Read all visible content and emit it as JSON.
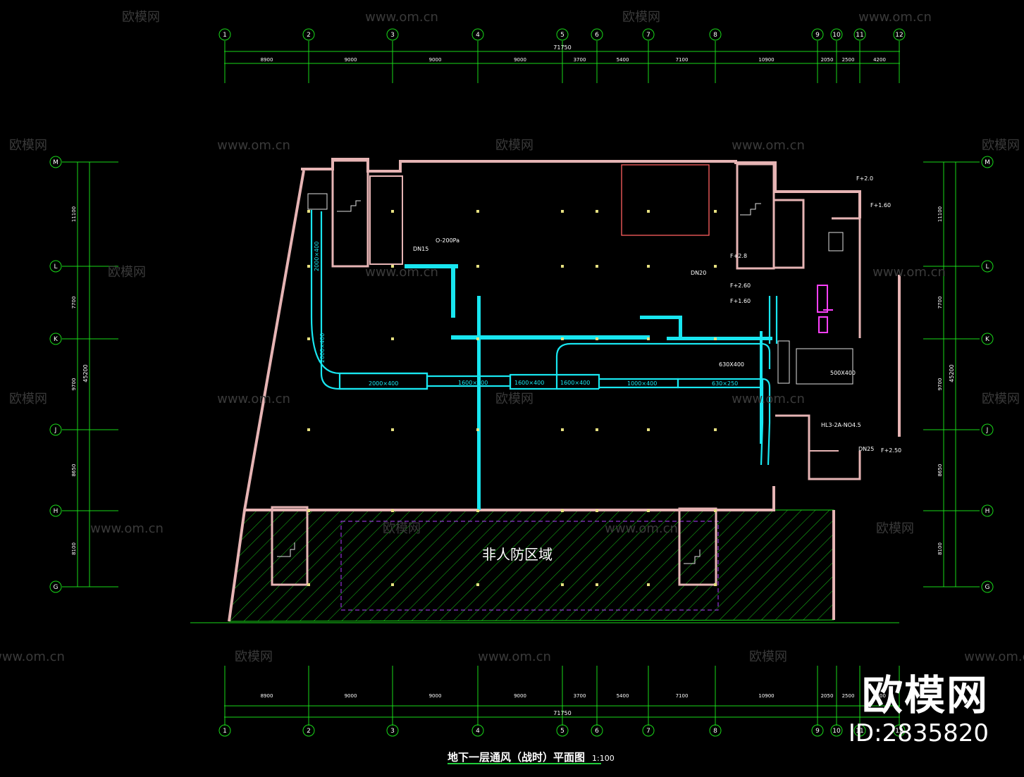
{
  "drawing": {
    "title": "地下一层通风（战时）平面图",
    "scale": "1:100",
    "non_defense_area": "非人防区域"
  },
  "axes": {
    "columns": [
      "1",
      "2",
      "3",
      "4",
      "5",
      "6",
      "7",
      "8",
      "9",
      "10",
      "11",
      "12"
    ],
    "rows": [
      "M",
      "L",
      "K",
      "J",
      "H",
      "G"
    ],
    "column_spacings": [
      "8900",
      "9000",
      "9000",
      "9000",
      "3700",
      "5400",
      "7100",
      "10900",
      "2050",
      "2500",
      "4200"
    ],
    "column_total": "71750",
    "row_spacings": [
      "11100",
      "7700",
      "9700",
      "8650",
      "8100"
    ],
    "row_total": "45200"
  },
  "ducts": {
    "labels": [
      "2000×400",
      "1600×400",
      "1600×400",
      "1600×400",
      "1000×400",
      "630×250",
      "2000×400",
      "2000×400"
    ]
  },
  "annotations": [
    "DN15",
    "O-200Pa",
    "F+2.8",
    "F+2.60",
    "F+1.60",
    "F+2.0",
    "F+1.60",
    "F+2.50",
    "HL3-2A-NO4.5",
    "500X400",
    "630X400",
    "DN20",
    "DN25"
  ],
  "watermark": {
    "brand": "欧模网",
    "site": "www.om.cn",
    "id": "ID:2835820"
  },
  "colors": {
    "background": "#000000",
    "gridline": "#19d919",
    "wall": "#e6b4b4",
    "duct": "#18e6f0",
    "text": "#ffffff",
    "equipment": "#ff40ff"
  }
}
